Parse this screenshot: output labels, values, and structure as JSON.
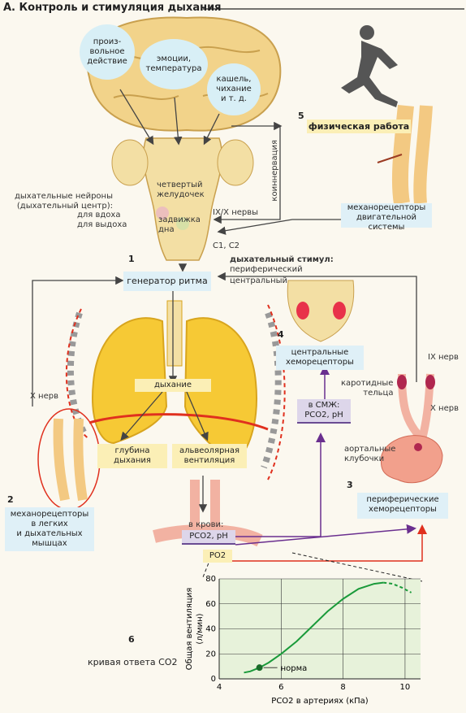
{
  "title": "А. Контроль и стимуляция дыхания",
  "brain": {
    "bubble1": "произ-\nвольное\nдействие",
    "bubble2": "эмоции,\nтемпература",
    "bubble3": "кашель,\nчихание\nи т. д."
  },
  "brainstem": {
    "fourth_ventricle": "четвертый\nжелудочек",
    "obex": "задвижка\nдна",
    "respiratory_neurons": "дыхательные нейроны\n(дыхательный центр):",
    "inspiration": "для вдоха",
    "expiration": "для выдоха",
    "cranial_nerves": "IX/X нервы",
    "c1c2": "C1, C2"
  },
  "exercise": {
    "num": "5",
    "label": "физическая работа",
    "coinnervation": "коиннервация",
    "mechanoreceptors": "механорецепторы\nдвигательной системы"
  },
  "generator": {
    "num": "1",
    "label": "генератор ритма"
  },
  "stimulus": {
    "title": "дыхательный стимул:",
    "peripheral": "периферический",
    "central": "центральный"
  },
  "lungs": {
    "breathing": "дыхание",
    "depth": "глубина\nдыхания",
    "alveolar": "альвеолярная\nвентиляция",
    "x_nerve": "X нерв"
  },
  "mechano_lungs": {
    "num": "2",
    "label": "механорецепторы\nв легких\nи дыхательных\nмышцах"
  },
  "central_chemo": {
    "num": "4",
    "label": "центральные\nхеморецепторы",
    "csf": "в СМЖ:",
    "csf_values": "PCO2, pH"
  },
  "peripheral_chemo": {
    "num": "3",
    "label": "периферические\nхеморецепторы",
    "ix_nerve": "IX нерв",
    "carotid": "каротидные\nтельца",
    "x_nerve": "X нерв",
    "aortic": "аортальные\nклубочки"
  },
  "blood": {
    "in_blood": "в крови:",
    "pco2_ph": "PCO2, pH",
    "po2": "PO2"
  },
  "curve": {
    "num": "6",
    "caption": "кривая ответа CO2",
    "ylabel": "Общая вентиляция\n(л/мин)",
    "xlabel": "PCO2 в артериях (кПа)",
    "norm": "норма"
  },
  "chart_data": {
    "type": "line",
    "xlabel": "PCO2 в артериях (кПа)",
    "ylabel": "Общая вентиляция (л/мин)",
    "xlim": [
      4,
      10.5
    ],
    "ylim": [
      0,
      80
    ],
    "xticks": [
      4,
      6,
      8,
      10
    ],
    "yticks": [
      0,
      20,
      40,
      60,
      80
    ],
    "series": [
      {
        "x": [
          4.8,
          5.0,
          5.3,
          5.6,
          6.0,
          6.5,
          7.0,
          7.5,
          8.0,
          8.5,
          9.0,
          9.3
        ],
        "y": [
          5,
          6,
          9,
          13,
          20,
          30,
          42,
          54,
          64,
          72,
          76,
          77
        ],
        "style": "solid"
      },
      {
        "x": [
          9.3,
          9.6,
          9.9,
          10.2
        ],
        "y": [
          77,
          76,
          73,
          69
        ],
        "style": "dashed"
      }
    ],
    "points": [
      {
        "label": "норма",
        "x": 5.3,
        "y": 9
      }
    ],
    "colors": {
      "line": "#1a9a3a",
      "point": "#1a6b2a"
    }
  },
  "colors": {
    "arrow": "#444444",
    "purple": "#6a2f8f",
    "red": "#e0301e",
    "chemo_dot": "#e8324a"
  }
}
